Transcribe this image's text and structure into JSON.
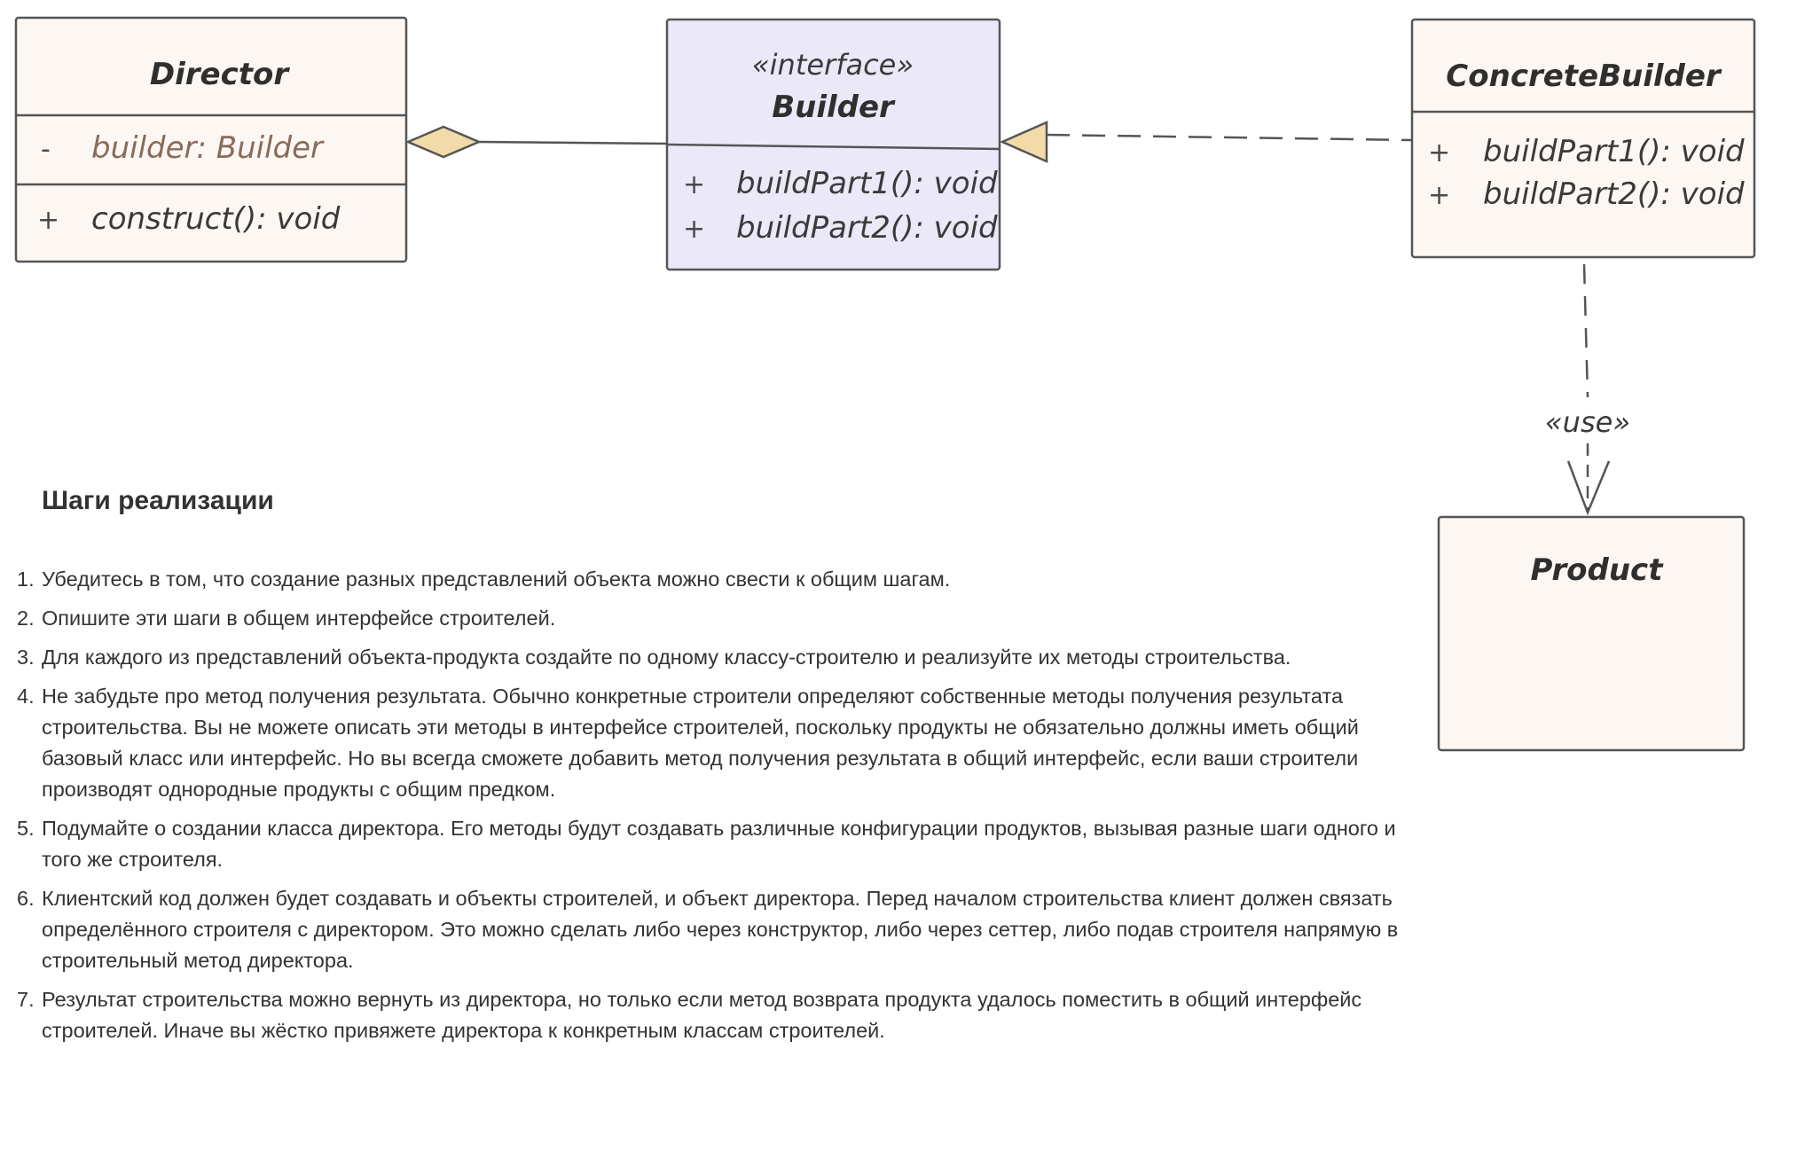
{
  "diagram": {
    "director": {
      "name": "Director",
      "attributes": [
        {
          "vis": "-",
          "text": "builder: Builder"
        }
      ],
      "methods": [
        {
          "vis": "+",
          "text": "construct(): void"
        }
      ]
    },
    "builder": {
      "stereotype": "«interface»",
      "name": "Builder",
      "methods": [
        {
          "vis": "+",
          "text": "buildPart1(): void"
        },
        {
          "vis": "+",
          "text": "buildPart2(): void"
        }
      ]
    },
    "concrete_builder": {
      "name": "ConcreteBuilder",
      "methods": [
        {
          "vis": "+",
          "text": "buildPart1(): void"
        },
        {
          "vis": "+",
          "text": "buildPart2(): void"
        }
      ]
    },
    "product": {
      "name": "Product"
    },
    "use_label": "«use»",
    "colors": {
      "class_fill": "#fcf7f2",
      "interface_fill": "#ebe9f8",
      "stroke": "#555555",
      "arrow_fill": "#f2dba9"
    }
  },
  "steps": {
    "heading": "Шаги реализации",
    "items": [
      {
        "num": "1.",
        "text": "Убедитесь в том, что создание разных представлений объекта можно свести к общим шагам."
      },
      {
        "num": "2.",
        "text": "Опишите эти шаги в общем интерфейсе строителей."
      },
      {
        "num": "3.",
        "text": "Для каждого из представлений объекта-продукта создайте по одному классу-строителю и реализуйте их методы строительства."
      },
      {
        "num": "4.",
        "text": "Не забудьте про метод получения результата. Обычно конкретные строители определяют собственные методы получения результата строительства. Вы не можете описать эти методы в интерфейсе строителей, поскольку продукты не обязательно должны иметь общий базовый класс или интерфейс. Но вы всегда сможете добавить метод получения результата в общий интерфейс, если ваши строители производят однородные продукты с общим предком."
      },
      {
        "num": "5.",
        "text": "Подумайте о создании класса директора. Его методы будут создавать различные конфигурации продуктов, вызывая разные шаги одного и того же строителя."
      },
      {
        "num": "6.",
        "text": "Клиентский код должен будет создавать и объекты строителей, и объект директора. Перед началом строительства клиент должен связать определённого строителя с директором. Это можно сделать либо через конструктор, либо через сеттер, либо подав строителя напрямую в строительный метод директора."
      },
      {
        "num": "7.",
        "text": "Результат строительства можно вернуть из директора, но только если метод возврата продукта удалось поместить в общий интерфейс строителей. Иначе вы жёстко привяжете директора к конкретным классам строителей."
      }
    ]
  }
}
